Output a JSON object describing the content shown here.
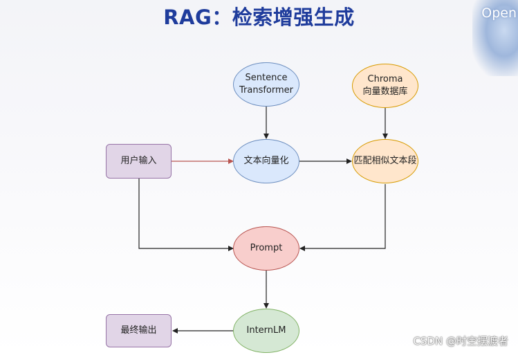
{
  "title": "RAG：检索增强生成",
  "corner_text": "Open",
  "nodes": {
    "sentence_transformer": {
      "line1": "Sentence",
      "line2": "Transformer"
    },
    "chroma": {
      "line1": "Chroma",
      "line2": "向量数据库"
    },
    "user_input": "用户输入",
    "text_vectorize": "文本向量化",
    "match_text": "匹配相似文本段",
    "prompt": "Prompt",
    "final_output": "最终输出",
    "internlm": "InternLM"
  },
  "watermark": "CSDN @时空摆渡者",
  "colors": {
    "title": "#1f3c9c",
    "blue_fill": "#dae8fc",
    "orange_fill": "#ffe6cc",
    "red_fill": "#f8cecc",
    "green_fill": "#d5e8d4",
    "purple_fill": "#e1d5e7",
    "accent_edge": "#b85450"
  }
}
